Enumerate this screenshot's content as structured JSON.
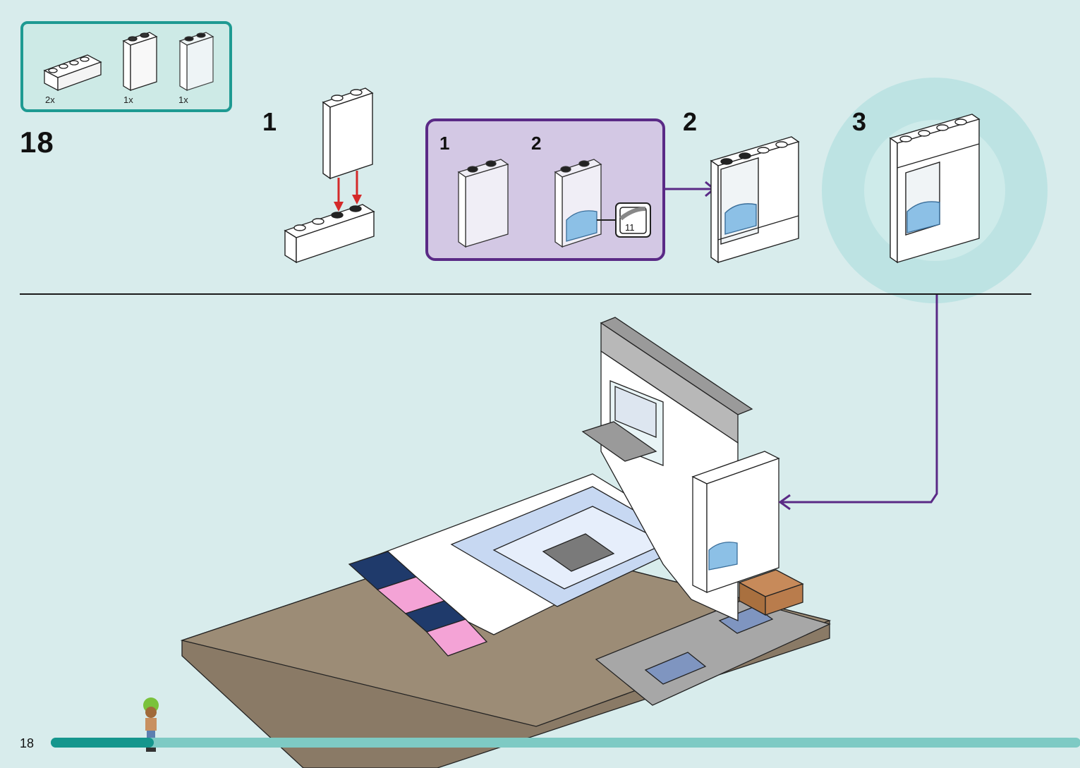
{
  "page": {
    "number": "18"
  },
  "step": {
    "number": "18"
  },
  "parts": [
    {
      "name": "brick-1x4-white",
      "qty": "2x"
    },
    {
      "name": "brick-1x2x3-white",
      "qty": "1x"
    },
    {
      "name": "panel-1x2x3-transparent",
      "qty": "1x"
    }
  ],
  "substeps": [
    "1",
    "2",
    "3"
  ],
  "callout": {
    "labels": [
      "1",
      "2"
    ],
    "sticker_number": "11"
  },
  "progress": {
    "fraction": 0.1
  },
  "colors": {
    "background": "#d8ecec",
    "accent_teal": "#1e9a92",
    "callout_purple": "#5a2a86",
    "callout_fill": "#d3c8e4",
    "arrow_red": "#d42a2a",
    "baseplate": "#8a7a66"
  }
}
